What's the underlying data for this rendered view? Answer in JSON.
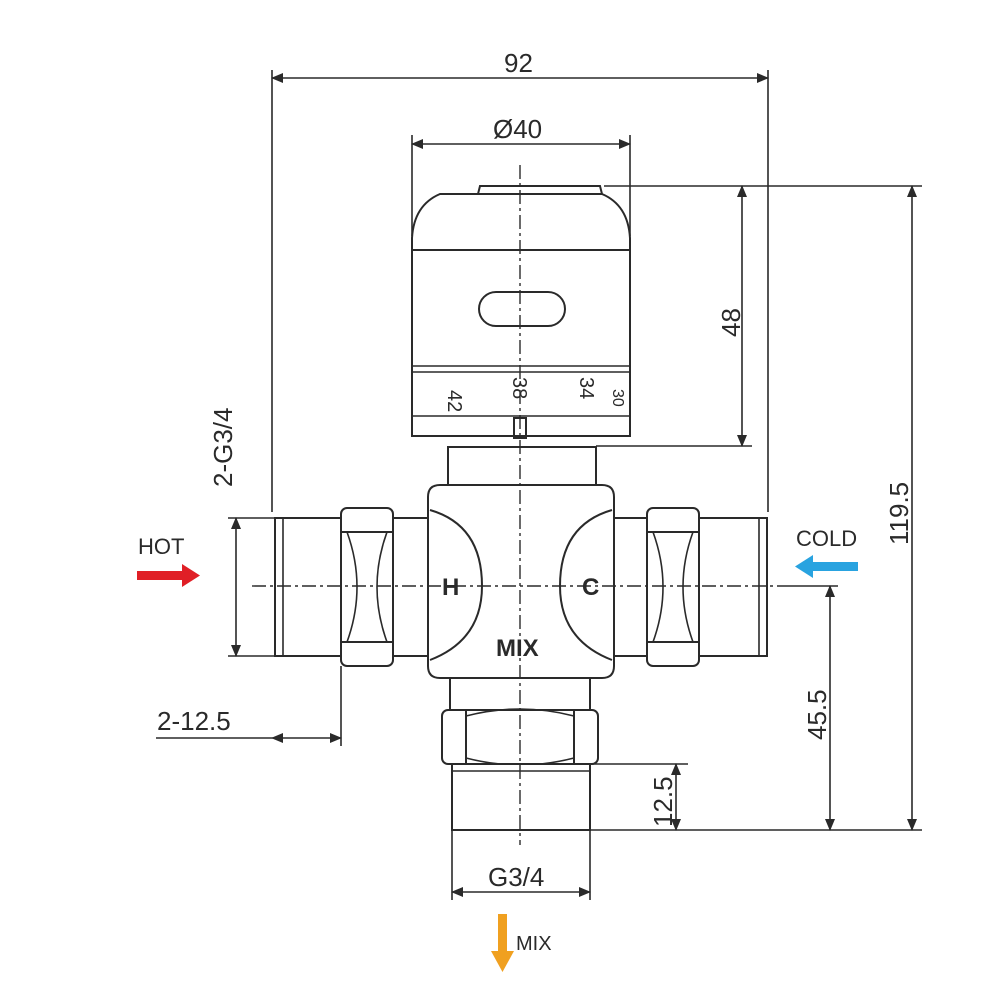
{
  "dimensions": {
    "overall_width": "92",
    "knob_diameter": "Ø40",
    "knob_height": "48",
    "overall_height": "119.5",
    "inlet_thread": "2-G3/4",
    "outlet_height": "45.5",
    "outlet_thread_length": "12.5",
    "inlet_thread_length": "2-12.5",
    "outlet_thread": "G3/4"
  },
  "scale": [
    "42",
    "38",
    "34",
    "30"
  ],
  "body_labels": {
    "hot_side": "H",
    "cold_side": "C",
    "mix": "MIX"
  },
  "flow_labels": {
    "hot": "HOT",
    "cold": "COLD",
    "mix": "MIX"
  },
  "colors": {
    "hot": "#e01f26",
    "cold": "#29a3e0",
    "mix": "#f0a020",
    "line": "#2a2a2a"
  }
}
